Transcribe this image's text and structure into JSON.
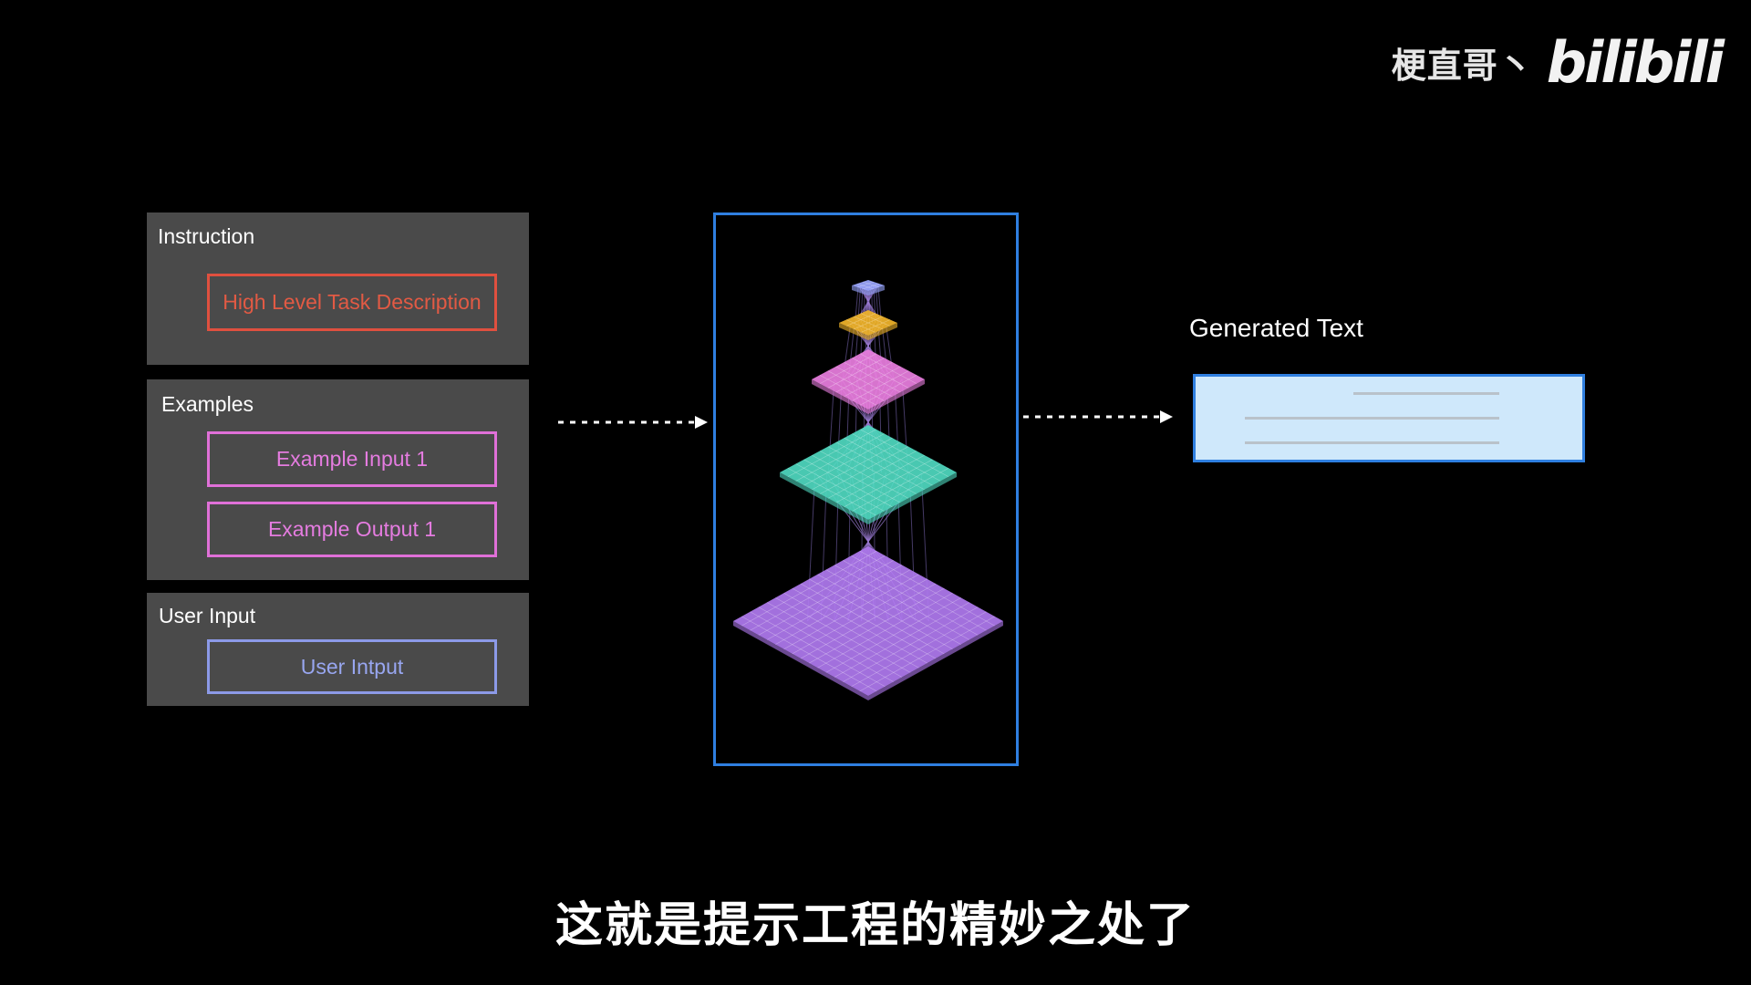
{
  "watermark": {
    "author": "梗直哥丶",
    "logo": "bilibili"
  },
  "instruction": {
    "title": "Instruction",
    "task_label": "High Level Task Description"
  },
  "examples": {
    "title": "Examples",
    "input_label": "Example Input 1",
    "output_label": "Example Output 1"
  },
  "user_input": {
    "title": "User Input",
    "box_label": "User Intput"
  },
  "output": {
    "title": "Generated Text"
  },
  "subtitle": "这就是提示工程的精妙之处了",
  "colors": {
    "background": "#000000",
    "panel": "#4a4a4a",
    "instruction_accent": "#e0503f",
    "example_accent": "#e070d8",
    "user_input_accent": "#8c9ae8",
    "model_border": "#2f7fe0",
    "output_fill": "#cfe8fb",
    "layer_colors": [
      "#b07af0",
      "#4fd9c0",
      "#e97ee0",
      "#f2b52a",
      "#9aa6ff"
    ]
  }
}
